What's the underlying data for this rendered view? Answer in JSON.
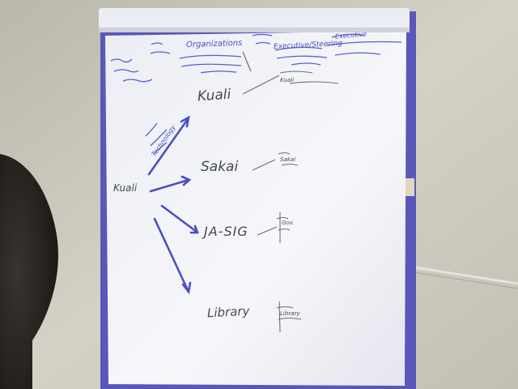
{
  "colors": {
    "wall": "#c9c7bb",
    "board": "#f2f3f7",
    "board_frame": "#5a57b8",
    "marker_blue": "#4a4fc4",
    "marker_black": "#444a4e"
  },
  "flipchart": {
    "center_label": "Kuali",
    "nodes": [
      "Kuali",
      "Sakai",
      "JA-SIG",
      "Library"
    ],
    "top_notes": [
      "Organizations",
      "Executive/Steering",
      "Executive",
      "Technology"
    ],
    "source_label": "Kuali",
    "side_notes": [
      "Kuali",
      "Sakai",
      "Gov.",
      "Library"
    ]
  }
}
